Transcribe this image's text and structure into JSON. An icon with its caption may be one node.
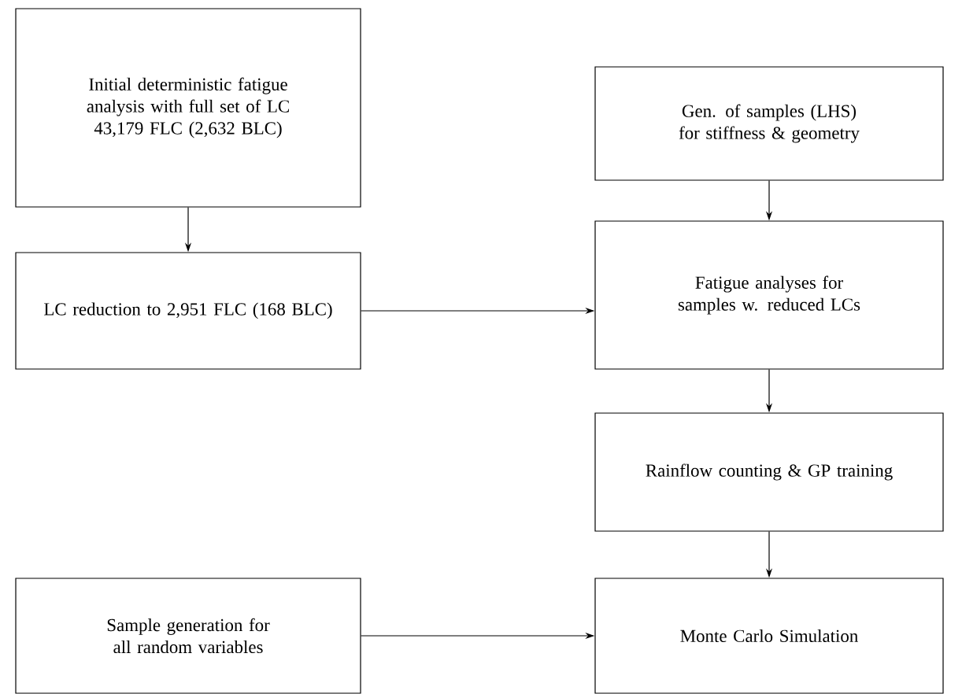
{
  "diagram": {
    "nodes": [
      {
        "text": [
          "Initial deterministic fatigue analysis with full set of LC 43,179 FLC (2,632 BLC)"
        ]
      },
      {
        "text": [
          "LC reduction to 2,951 FLC (168 BLC)"
        ]
      },
      {
        "text": [
          "Gen. of samples (LHS) for stiffness & geometry"
        ]
      },
      {
        "text": [
          "Fatigue analyses for samples w. reduced LCs"
        ]
      },
      {
        "text": [
          "Rainflow counting & GP training"
        ]
      },
      {
        "text": [
          "Sample generation for all random variables"
        ]
      },
      {
        "text": [
          "Monte Carlo Simulation"
        ]
      }
    ],
    "edges": [
      {
        "from": 0,
        "to": 1,
        "arrow": "to"
      },
      {
        "from": 1,
        "to": 3,
        "arrow": "to"
      },
      {
        "from": 2,
        "to": 3,
        "arrow": "to"
      },
      {
        "from": 3,
        "to": 4,
        "arrow": "to"
      },
      {
        "from": 4,
        "to": 6,
        "arrow": "to"
      },
      {
        "from": 5,
        "to": 6,
        "arrow": "to"
      }
    ]
  }
}
